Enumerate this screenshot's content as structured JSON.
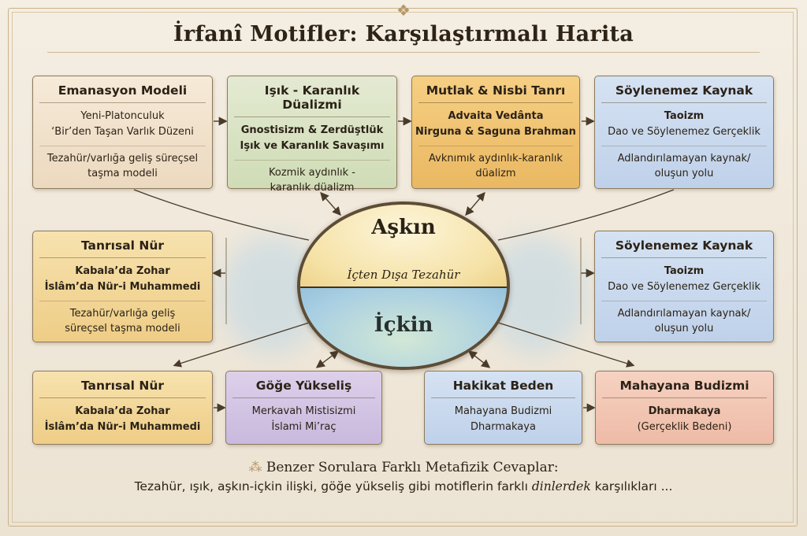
{
  "title": "İrfanî Motifler: Karşılaştırmalı Harita",
  "center": {
    "top_label": "Aşkın",
    "middle_label": "İçten Dışa Tezahür",
    "bottom_label": "İçkin"
  },
  "boxes": {
    "emanasyon": {
      "title": "Emanasyon Modeli",
      "line1": "Yeni-Platonculuk",
      "line2": "‘Bir’den Taşan Varlık Düzeni",
      "desc1": "Tezahür/varlığa geliş süreçsel",
      "desc2": "taşma modeli"
    },
    "isik": {
      "title": "Işık - Karanlık Düalizmi",
      "line1": "Gnostisizm & Zerdüştlük",
      "line2": "Işık ve Karanlık Savaşımı",
      "desc1": "Kozmik aydınlık -",
      "desc2": "karanlık düalizm"
    },
    "mutlak": {
      "title": "Mutlak & Nisbi Tanrı",
      "line1": "Advaita Vedânta",
      "line2": "Nirguna & Saguna Brahman",
      "desc1": "Avknımık aydınlık-karanlık",
      "desc2": "düalizm"
    },
    "soylenemez1": {
      "title": "Söylenemez Kaynak",
      "line1": "Taoizm",
      "line2": "Dao ve Söylenemez Gerçeklik",
      "desc1": "Adlandırılamayan kaynak/",
      "desc2": "oluşun yolu"
    },
    "tanrisal1": {
      "title": "Tanrısal Nür",
      "line1": "Kabala’da Zohar",
      "line2": "İslâm’da Nür-i Muhammedi",
      "desc1": "Tezahür/varlığa geliş",
      "desc2": "süreçsel taşma modeli"
    },
    "soylenemez2": {
      "title": "Söylenemez Kaynak",
      "line1": "Taoizm",
      "line2": "Dao ve Söylenemez Gerçeklik",
      "desc1": "Adlandırılamayan kaynak/",
      "desc2": "oluşun yolu"
    },
    "tanrisal2": {
      "title": "Tanrısal Nür",
      "line1": "Kabala’da Zohar",
      "line2": "İslâm’da Nür-i Muhammedi"
    },
    "goge": {
      "title": "Göğe Yükseliş",
      "line1": "Merkavah Mistisizmi",
      "line2": "İslami Mi’raç"
    },
    "hakikat": {
      "title": "Hakikat Beden",
      "line1": "Mahayana Budizmi",
      "line2": "Dharmakaya"
    },
    "mahayana": {
      "title": "Mahayana Budizmi",
      "line1": "Dharmakaya",
      "line2": "(Gerçeklik Bedeni)"
    }
  },
  "footer": {
    "heading": "Benzer Sorulara Farklı Metafizik Cevaplar:",
    "text_before": "Tezahür, ışık, aşkın-içkin ilişki, göğe yükseliş gibi motiflerin farklı",
    "text_emphasis": "dinlerdek",
    "text_after": "karşılıkları ..."
  },
  "colors": {
    "frame": "#c9b18a",
    "beige": "#f6ead8",
    "green": "#dfe7cb",
    "orange": "#f3c677",
    "blue": "#cddcf0",
    "yellow": "#f4dba0",
    "purple": "#d7c8e6",
    "pink": "#f3c9b6",
    "connector": "#4a3c2a"
  }
}
